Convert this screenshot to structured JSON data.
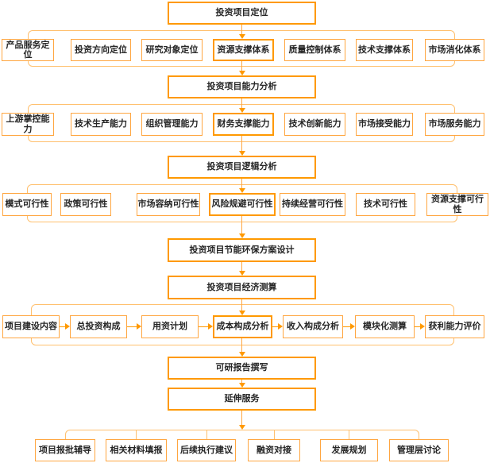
{
  "colors": {
    "box_border": "#ffa640",
    "main_border": "#ff9900",
    "connector": "#ffc06e",
    "arrow": "#ff9900",
    "text": "#262626",
    "background": "#ffffff"
  },
  "main_flow": {
    "project_positioning": "投资项目定位",
    "capability_analysis": "投资项目能力分析",
    "logic_analysis": "投资项目逻辑分析",
    "energy_env_design": "投资项目节能环保方案设计",
    "economic_calculation": "投资项目经济测算",
    "feasibility_report": "可研报告撰写",
    "extended_services": "延伸服务"
  },
  "positioning_row": {
    "items": [
      "产品服务定位",
      "投资方向定位",
      "研究对象定位",
      "资源支撑体系",
      "质量控制体系",
      "技术支撑体系",
      "市场消化体系"
    ]
  },
  "capability_row": {
    "items": [
      "上游掌控能力",
      "技术生产能力",
      "组织管理能力",
      "财务支撑能力",
      "技术创新能力",
      "市场接受能力",
      "市场服务能力"
    ]
  },
  "feasibility_row": {
    "items": [
      "模式可行性",
      "政策可行性",
      "市场容纳可行性",
      "风险规避可行性",
      "持续经营可行性",
      "技术可行性",
      "资源支撑可行性"
    ]
  },
  "economic_row": {
    "items": [
      "项目建设内容",
      "总投资构成",
      "用资计划",
      "成本构成分析",
      "收入构成分析",
      "模块化测算",
      "获利能力评价"
    ]
  },
  "services_row": {
    "items": [
      "项目报批辅导",
      "相关材料填报",
      "后续执行建议",
      "融资对接",
      "发展规划",
      "管理层讨论"
    ]
  }
}
